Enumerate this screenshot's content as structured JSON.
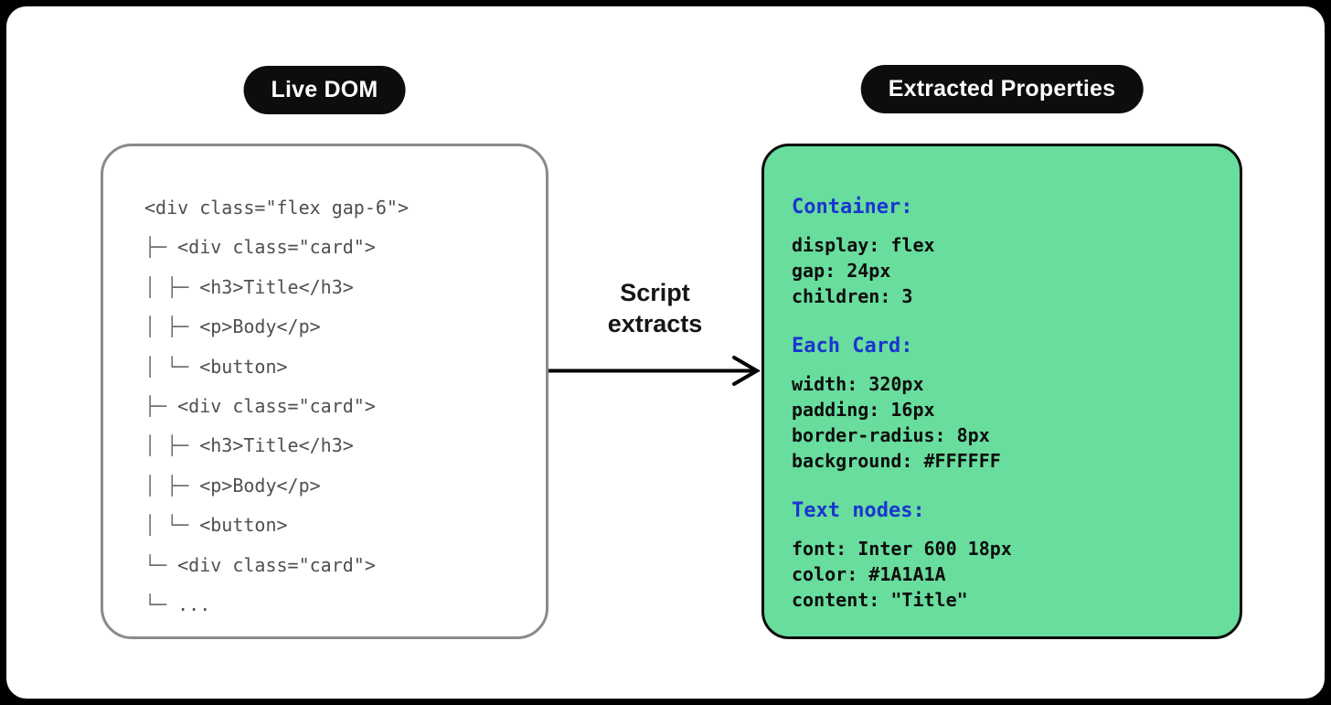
{
  "badges": {
    "live_dom": "Live DOM",
    "extracted_properties": "Extracted Properties"
  },
  "dom_panel": {
    "lines": [
      {
        "prefix": "",
        "code": "<div class=\"flex gap-6\">"
      },
      {
        "prefix": "├─ ",
        "code": "<div class=\"card\">"
      },
      {
        "prefix": "│ ├─ ",
        "code": "<h3>Title</h3>"
      },
      {
        "prefix": "│ ├─ ",
        "code": "<p>Body</p>"
      },
      {
        "prefix": "│ └─ ",
        "code": "<button>"
      },
      {
        "prefix": "├─ ",
        "code": "<div class=\"card\">"
      },
      {
        "prefix": "│ ├─ ",
        "code": "<h3>Title</h3>"
      },
      {
        "prefix": "│ ├─ ",
        "code": "<p>Body</p>"
      },
      {
        "prefix": "│ └─ ",
        "code": "<button>"
      },
      {
        "prefix": "└─ ",
        "code": "<div class=\"card\">"
      },
      {
        "prefix": "└─ ",
        "code": "..."
      }
    ]
  },
  "arrow": {
    "label_line1": "Script",
    "label_line2": "extracts"
  },
  "properties_panel": {
    "sections": [
      {
        "heading": "Container:",
        "lines": [
          "display: flex",
          "gap: 24px",
          "children: 3"
        ]
      },
      {
        "heading": "Each Card:",
        "lines": [
          "width: 320px",
          "padding: 16px",
          "border-radius: 8px",
          "background: #FFFFFF"
        ]
      },
      {
        "heading": "Text nodes:",
        "lines": [
          "font: Inter 600 18px",
          "color: #1A1A1A",
          "content: \"Title\""
        ]
      }
    ]
  },
  "colors": {
    "frame": "#000000",
    "canvas": "#ffffff",
    "badge_bg": "#0d0d0d",
    "badge_text": "#ffffff",
    "dom_panel_border": "#8a8a8a",
    "dom_tree_connector": "#6e6e6e",
    "dom_code_text": "#4f4f4f",
    "properties_bg": "#68dd9d",
    "properties_border": "#0a0a0a",
    "heading_blue": "#1a35cf",
    "properties_text": "#0d0d0d",
    "arrow": "#000000"
  }
}
